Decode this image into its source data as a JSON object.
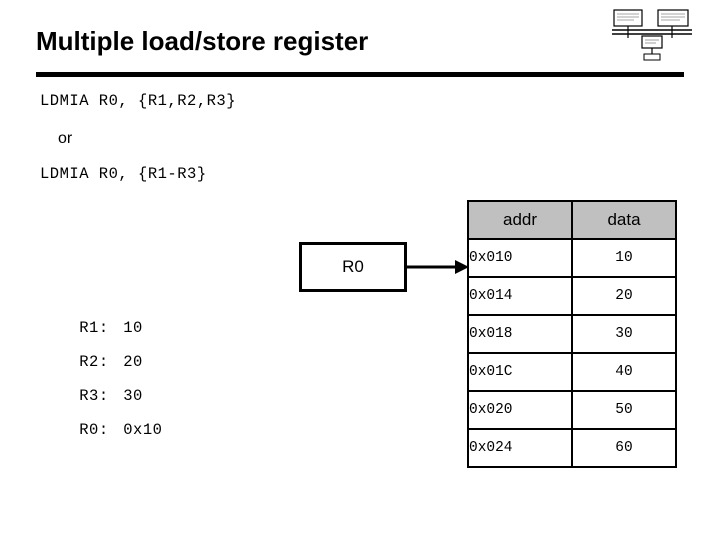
{
  "slide": {
    "title": "Multiple load/store register",
    "code_line_1": "LDMIA R0, {R1,R2,R3}",
    "or_label": "or",
    "code_line_2": "LDMIA R0, {R1-R3}",
    "register_box_label": "R0",
    "registers": [
      {
        "name": "R1:",
        "value": "10"
      },
      {
        "name": "R2:",
        "value": "20"
      },
      {
        "name": "R3:",
        "value": "30"
      },
      {
        "name": "R0:",
        "value": "0x10"
      }
    ],
    "memory_table": {
      "headers": [
        "addr",
        "data"
      ],
      "rows": [
        {
          "addr": "0x010",
          "data": "10"
        },
        {
          "addr": "0x014",
          "data": "20"
        },
        {
          "addr": "0x018",
          "data": "30"
        },
        {
          "addr": "0x01C",
          "data": "40"
        },
        {
          "addr": "0x020",
          "data": "50"
        },
        {
          "addr": "0x024",
          "data": "60"
        }
      ]
    },
    "colors": {
      "header_fill": "#c0c0c0",
      "rule": "#000000",
      "text": "#000000"
    },
    "icons": {
      "logo": "schematic-logo",
      "arrow": "right-arrow-icon"
    }
  }
}
